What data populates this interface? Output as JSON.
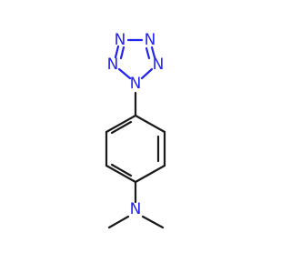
{
  "molecule": {
    "atoms": {
      "tetrazole_n1": "N",
      "tetrazole_n2": "N",
      "tetrazole_n3": "N",
      "tetrazole_n4": "N",
      "tetrazole_n5": "N",
      "amine_n": "N"
    }
  },
  "colors": {
    "bond": "#1a1a1a",
    "nitrogen": "#2323ee",
    "background": "#ffffff"
  }
}
